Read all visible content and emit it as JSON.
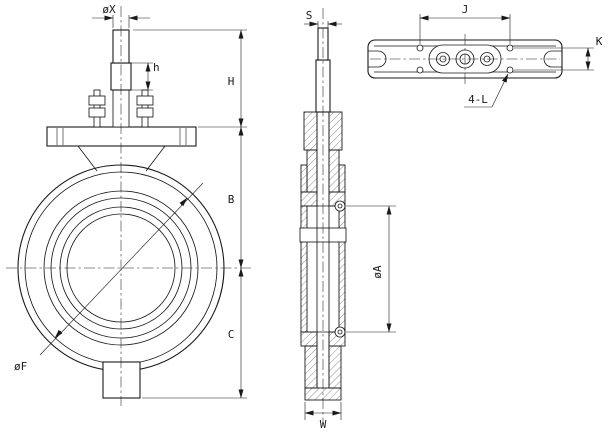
{
  "colors": {
    "background": "#ffffff",
    "ink": "#1a1a1a"
  },
  "drawing": {
    "kind": "butterfly valve engineering drawing, three views",
    "front": {
      "stem_diameter": "øX",
      "stem_step_height": "h",
      "stem_height": "H",
      "flange_to_center": "B",
      "center_to_bottom": "C",
      "body_diameter": "øF"
    },
    "section": {
      "stem_width": "S",
      "bore_diameter": "øA",
      "body_width": "W"
    },
    "top": {
      "bolt_span": "J",
      "bolt_row_spacing": "K",
      "bolt_holes_callout": "4-L"
    }
  }
}
